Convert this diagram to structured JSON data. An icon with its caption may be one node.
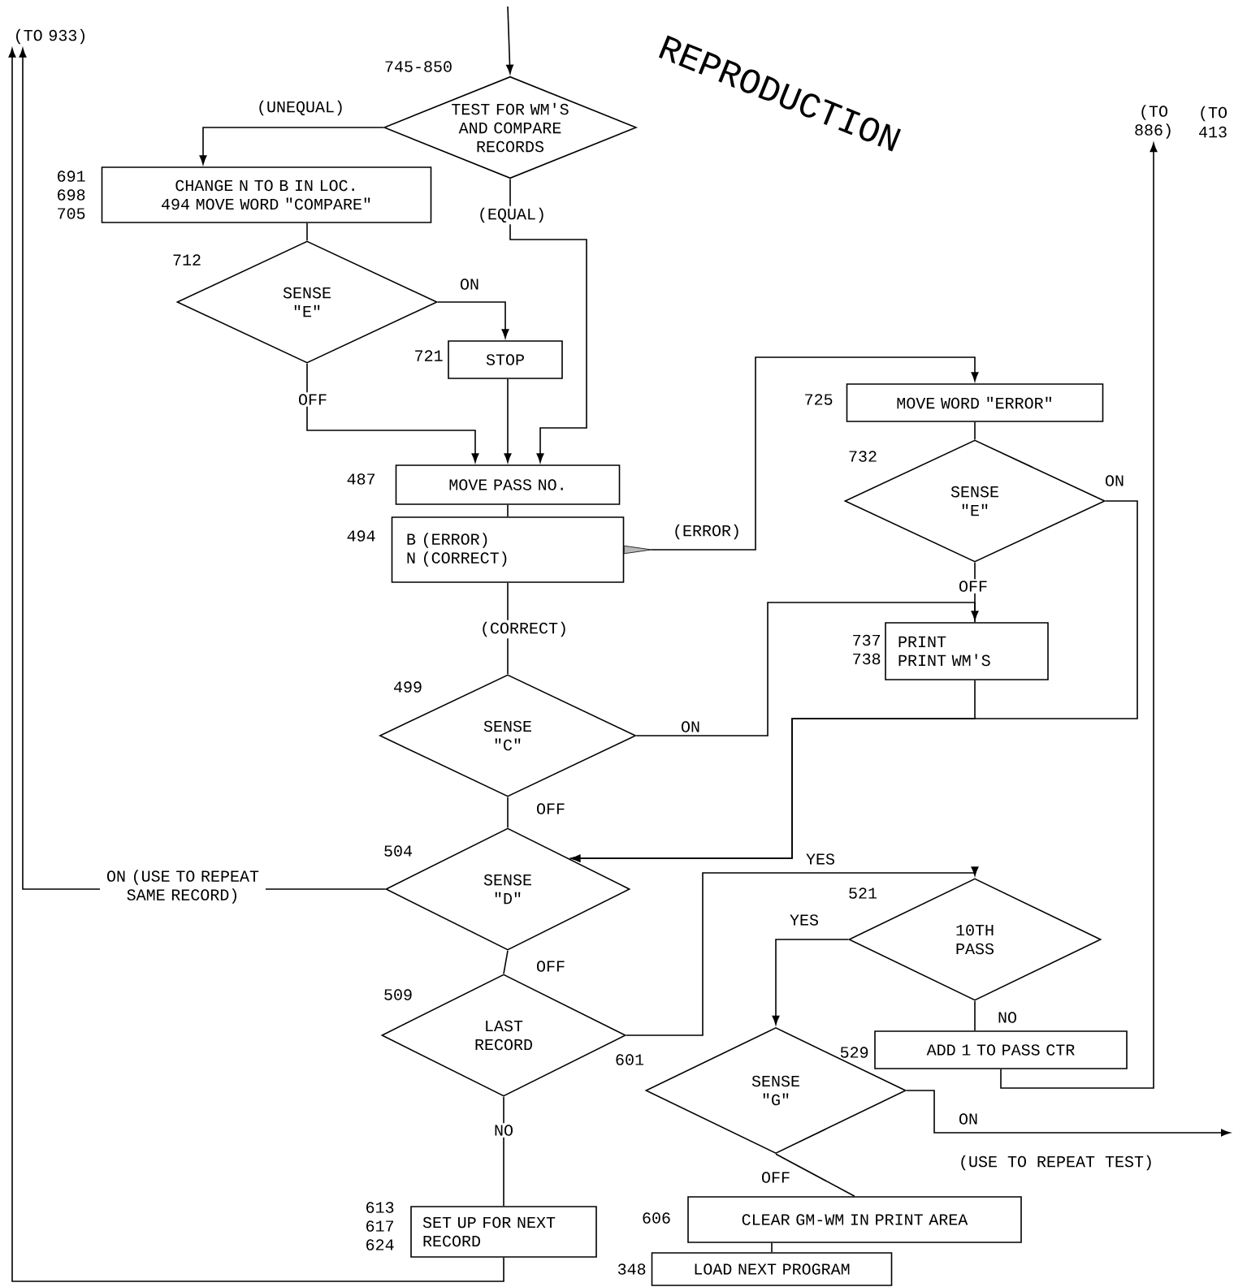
{
  "diagram": {
    "nodes": [
      {
        "text": [
          "TEST FOR WM'S AND COMPARE RECORDS"
        ],
        "beside": [
          "745-850"
        ]
      },
      {
        "text": [
          "CHANGE N TO B IN LOC. 494 MOVE WORD \"COMPARE\""
        ],
        "beside": [
          "691 698 705"
        ]
      },
      {
        "text": [
          "SENSE \"E\""
        ],
        "beside": [
          "712"
        ]
      },
      {
        "text": [
          "STOP"
        ],
        "beside": [
          "721"
        ]
      },
      {
        "text": [
          "MOVE PASS NO."
        ],
        "beside": [
          "487"
        ]
      },
      {
        "text": [
          "B (ERROR)",
          "N (CORRECT)"
        ],
        "beside": [
          "494"
        ]
      },
      {
        "text": [
          "MOVE WORD \"ERROR\""
        ],
        "beside": [
          "725"
        ]
      },
      {
        "text": [
          "SENSE \"E\""
        ],
        "beside": [
          "732"
        ]
      },
      {
        "text": [
          "PRINT",
          "PRINT WM'S"
        ],
        "beside": [
          "737 738"
        ]
      },
      {
        "text": [
          "SENSE \"C\""
        ],
        "beside": [
          "499"
        ]
      },
      {
        "text": [
          "SENSE \"D\""
        ],
        "beside": [
          "504"
        ]
      },
      {
        "text": [
          "LAST RECORD"
        ],
        "beside": [
          "509"
        ]
      },
      {
        "text": [
          "10TH PASS"
        ],
        "beside": [
          "521"
        ]
      },
      {
        "text": [
          "ADD 1 TO PASS CTR"
        ],
        "beside": [
          "529"
        ]
      },
      {
        "text": [
          "SENSE \"G\""
        ],
        "beside": [
          "601"
        ]
      },
      {
        "text": [
          "SET UP FOR NEXT RECORD"
        ],
        "beside": [
          "613 617 624"
        ]
      },
      {
        "text": [
          "CLEAR GM-WM IN PRINT AREA"
        ],
        "beside": [
          "606"
        ]
      },
      {
        "text": [
          "LOAD NEXT PROGRAM"
        ],
        "beside": [
          "348"
        ]
      },
      {
        "text": [
          "(TO 933)"
        ]
      },
      {
        "text": [
          "(TO 886)"
        ]
      }
    ],
    "edges": [
      {
        "from": null,
        "to": 0,
        "arrow": "to"
      },
      {
        "from": 0,
        "to": 1,
        "arrow": "to",
        "label": "(UNEQUAL)"
      },
      {
        "from": 1,
        "to": 2,
        "arrow": "none"
      },
      {
        "from": 2,
        "to": 3,
        "arrow": "to",
        "label": "ON"
      },
      {
        "from": 2,
        "to": 4,
        "arrow": "to",
        "label": "OFF"
      },
      {
        "from": 3,
        "to": 4,
        "arrow": "to"
      },
      {
        "from": 0,
        "to": 4,
        "arrow": "to",
        "label": "(EQUAL)"
      },
      {
        "from": 4,
        "to": 5,
        "arrow": "none"
      },
      {
        "from": 5,
        "to": 6,
        "arrow": "to",
        "label": "(ERROR)"
      },
      {
        "from": 6,
        "to": 7,
        "arrow": "none"
      },
      {
        "from": 7,
        "to": 8,
        "arrow": "none",
        "label": "OFF"
      },
      {
        "from": 7,
        "to": 10,
        "arrow": "to",
        "label": "ON"
      },
      {
        "from": 8,
        "to": 10,
        "arrow": "to"
      },
      {
        "from": 5,
        "to": 9,
        "arrow": "none",
        "label": "(CORRECT)"
      },
      {
        "from": 9,
        "to": 8,
        "arrow": "to",
        "label": "ON"
      },
      {
        "from": 9,
        "to": 10,
        "arrow": "none",
        "label": "OFF"
      },
      {
        "from": 10,
        "to": 18,
        "arrow": "to",
        "label": "ON (USE TO REPEAT SAME RECORD)"
      },
      {
        "from": 10,
        "to": 11,
        "arrow": "none",
        "label": "OFF"
      },
      {
        "from": 11,
        "to": 12,
        "arrow": "to",
        "label": "YES"
      },
      {
        "from": 11,
        "to": 15,
        "arrow": "none",
        "label": "NO"
      },
      {
        "from": 12,
        "to": 14,
        "arrow": "to",
        "label": "YES"
      },
      {
        "from": 12,
        "to": 13,
        "arrow": "none",
        "label": "NO"
      },
      {
        "from": 13,
        "to": 19,
        "arrow": "to"
      },
      {
        "from": 14,
        "to": null,
        "arrow": "to",
        "label": "ON"
      },
      {
        "from": 14,
        "to": 16,
        "arrow": "none",
        "label": "OFF"
      },
      {
        "from": 16,
        "to": 17,
        "arrow": "none"
      },
      {
        "from": 15,
        "to": 18,
        "arrow": "to"
      }
    ],
    "labels": [
      "REPRODUCTION",
      "(TO 413",
      "(USE TO REPEAT TEST)"
    ]
  }
}
